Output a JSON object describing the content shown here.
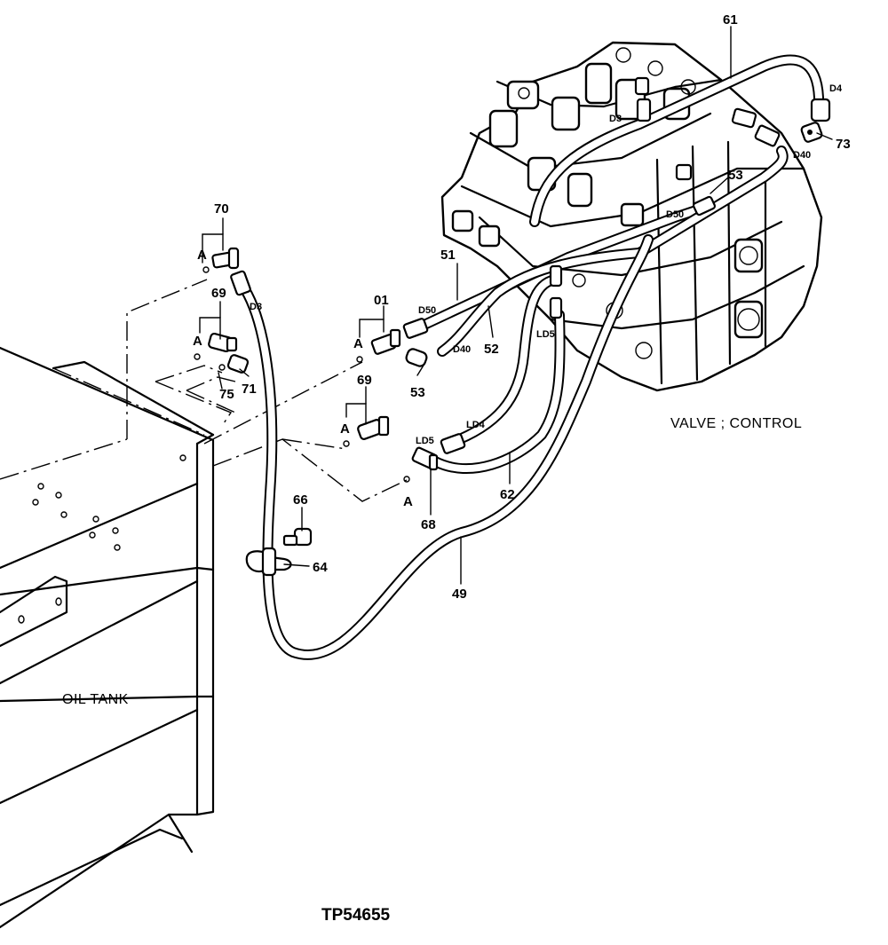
{
  "callouts": {
    "c70": "70",
    "c69a": "69",
    "c69b": "69",
    "c71": "71",
    "c75": "75",
    "c01": "01",
    "c53a": "53",
    "c53b": "53",
    "c51": "51",
    "c52": "52",
    "c61": "61",
    "c73": "73",
    "c62": "62",
    "c68": "68",
    "c66": "66",
    "c64": "64",
    "c49": "49"
  },
  "connection_marks": {
    "a1": "A",
    "a2": "A",
    "a3": "A",
    "a4": "A",
    "a5": "A"
  },
  "hose_ends": {
    "d3_left": "D3",
    "d3_top": "D3",
    "d4": "D4",
    "d40_right": "D40",
    "d40_mid": "D40",
    "d50_left": "D50",
    "d50_right": "D50",
    "ld4": "LD4",
    "ld5_low": "LD5",
    "ld5_mid": "LD5"
  },
  "captions": {
    "valve_control": "VALVE ; CONTROL",
    "oil_tank": "OIL TANK",
    "figure_id": "TP54655"
  }
}
